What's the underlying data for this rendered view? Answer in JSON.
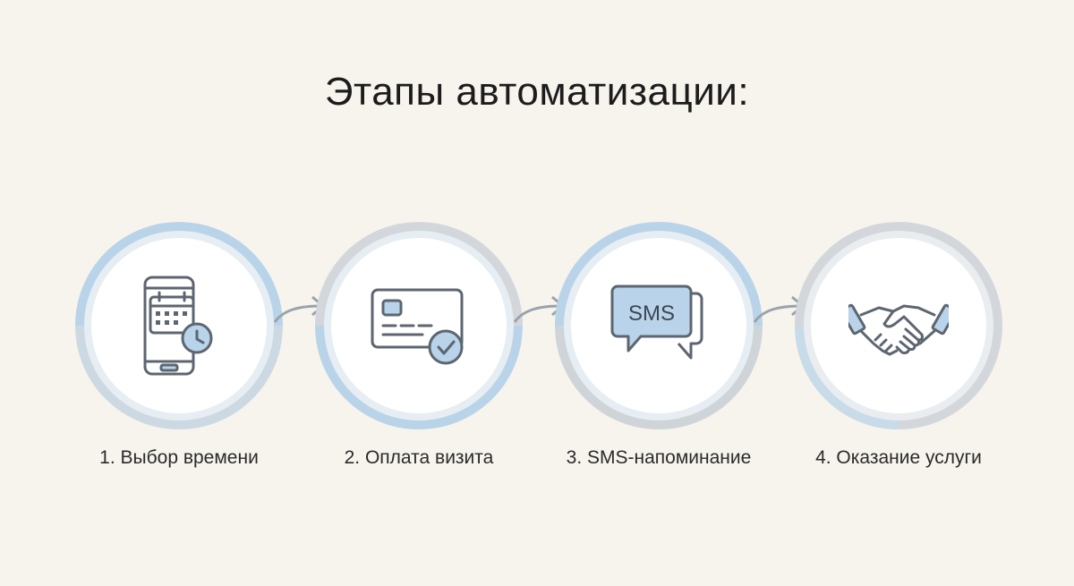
{
  "title": "Этапы автоматизации:",
  "steps": [
    {
      "label": "1. Выбор времени",
      "icon": "calendar-phone-icon"
    },
    {
      "label": "2. Оплата визита",
      "icon": "credit-card-check-icon"
    },
    {
      "label": "3. SMS-напоминание",
      "icon": "sms-bubble-icon",
      "icon_text": "SMS"
    },
    {
      "label": "4. Оказание услуги",
      "icon": "handshake-icon"
    }
  ],
  "colors": {
    "background": "#f7f4ee",
    "ring_accent": "#b9d4e8",
    "ring_grey": "#d9d9d9",
    "icon_stroke": "#5d6670",
    "icon_fill": "#b8d3ea"
  }
}
